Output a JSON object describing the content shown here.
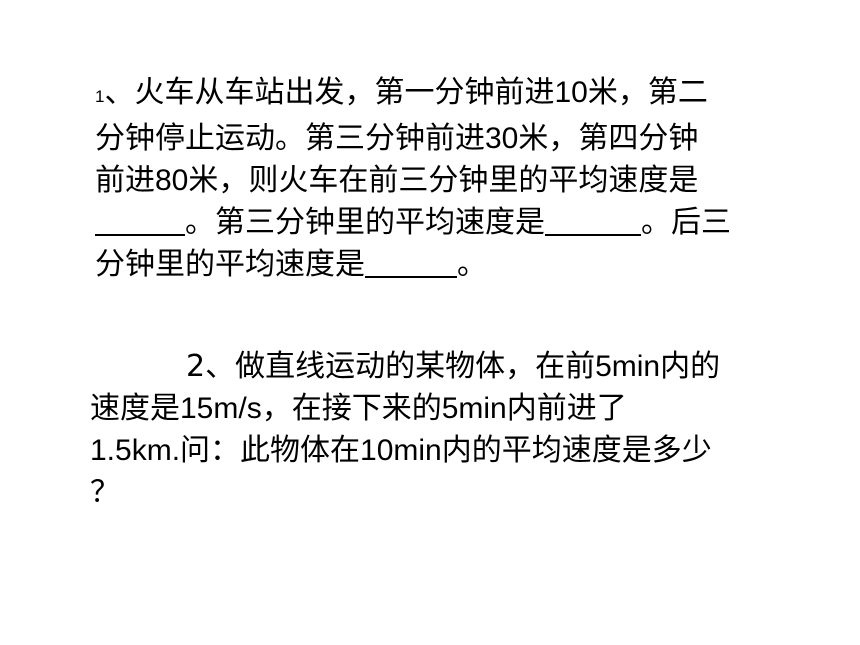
{
  "question1": {
    "number": "1",
    "line1_a": "、火车从车站出发，第一分钟前进",
    "line1_num": "10",
    "line1_b": "米，第二",
    "line2_a": "分钟停止运动。第三分钟前进",
    "line2_num": "30",
    "line2_b": "米，第四分钟",
    "line3_a": "前进",
    "line3_num": "80",
    "line3_b": "米，则火车在前三分钟里的平均速度是",
    "line4_a": "。第三分钟里的平均速度是",
    "line4_b": "。后三",
    "line5_a": "分钟里的平均速度是",
    "line5_b": "。"
  },
  "question2": {
    "line1_a": "2、做直线运动的某物体，在前",
    "line1_num": "5min",
    "line1_b": "内的",
    "line2_a": "速度是",
    "line2_num": "15m/s",
    "line2_b": "，在接下来的",
    "line2_num2": "5min",
    "line2_c": "内前进了",
    "line3_num": "1.5km.",
    "line3_a": "问：此物体在",
    "line3_num2": "10min",
    "line3_b": "内的平均速度是多少",
    "line4": "？"
  }
}
